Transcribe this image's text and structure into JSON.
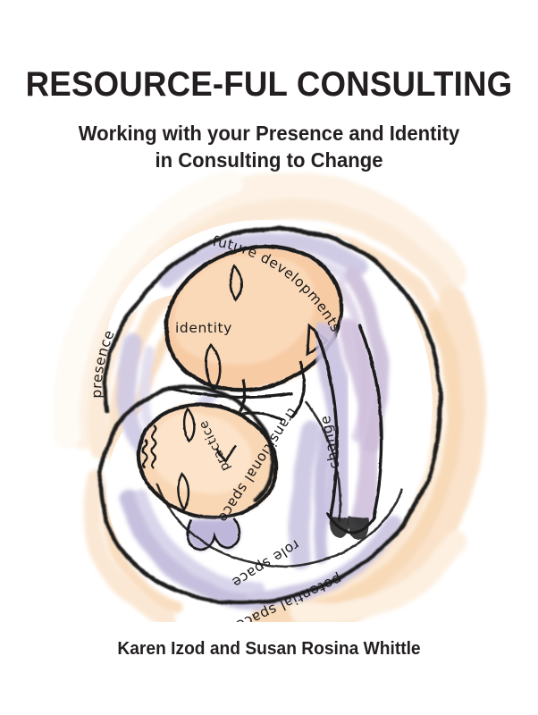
{
  "cover": {
    "title": "RESOURCE-FUL CONSULTING",
    "subtitle_line1": "Working with your Presence and Identity",
    "subtitle_line2": "in Consulting to Change",
    "authors": "Karen Izod and Susan Rosina Whittle",
    "background_color": "#ffffff",
    "text_color": "#231f20"
  },
  "illustration": {
    "description": "hand-drawn spiral figure with two faces",
    "colors": {
      "ink": "#1a1a1a",
      "skin_peach": "#f7cba4",
      "skin_peach_light": "#fbddbf",
      "lavender": "#c8c2e0",
      "lavender_light": "#dcd8ec",
      "mauve": "#cbbcd8",
      "wash_peach": "#fae2c8",
      "wash_peach_faint": "#fdf1e2"
    },
    "labels": [
      {
        "id": "presence",
        "text": "presence"
      },
      {
        "id": "future-developments",
        "text": "future developments"
      },
      {
        "id": "identity",
        "text": "identity"
      },
      {
        "id": "practice",
        "text": "practice"
      },
      {
        "id": "change",
        "text": "change"
      },
      {
        "id": "transitional-space",
        "text": "transitional space"
      },
      {
        "id": "role-space",
        "text": "role space"
      },
      {
        "id": "potential-space",
        "text": "potential space"
      }
    ]
  }
}
